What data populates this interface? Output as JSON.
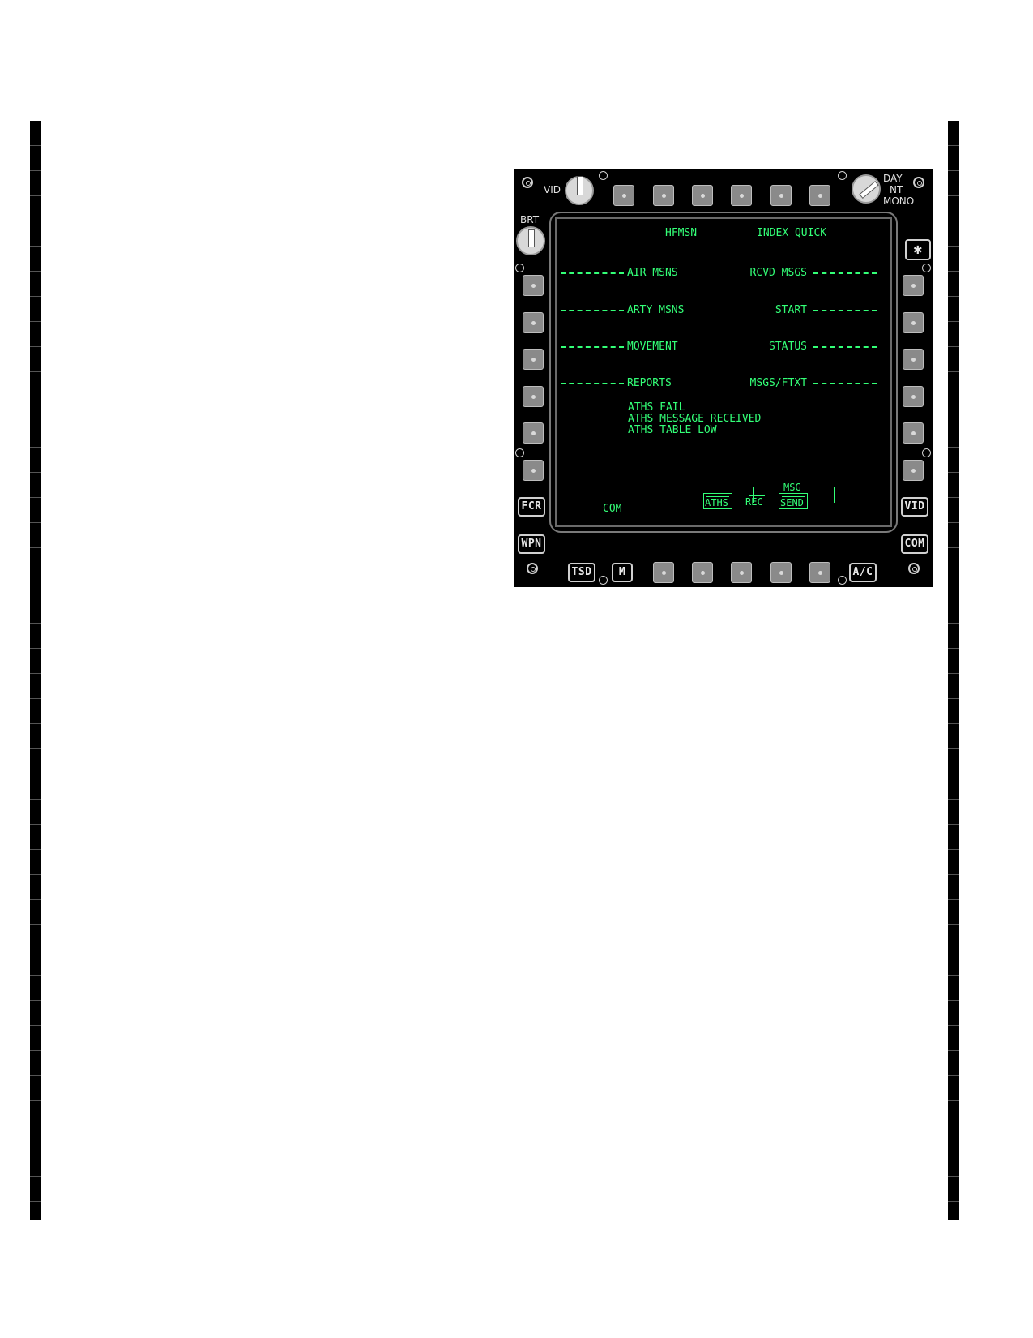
{
  "bezel": {
    "vid_knob_label": "VID",
    "brt_knob_label": "BRT",
    "mode_labels": [
      "DAY",
      "NT",
      "MONO"
    ],
    "asterisk_key": "✱",
    "left_fixed_keys": [
      "FCR",
      "WPN"
    ],
    "right_fixed_keys": [
      "VID",
      "COM"
    ],
    "bottom_fixed_keys": [
      "TSD",
      "M",
      "A/C"
    ]
  },
  "screen": {
    "top_labels": {
      "hfmsn": "HFMSN",
      "index_quick": "INDEX QUICK"
    },
    "left_options": [
      "AIR MSNS",
      "ARTY MSNS",
      "MOVEMENT",
      "REPORTS"
    ],
    "right_options": [
      "RCVD MSGS",
      "START",
      "STATUS",
      "MSGS/FTXT"
    ],
    "advisories": [
      "ATHS FAIL",
      "ATHS MESSAGE RECEIVED",
      "ATHS TABLE LOW"
    ],
    "bottom": {
      "com": "COM",
      "msg_group_label": "MSG",
      "aths": "ATHS",
      "rec": "REC",
      "send": "SEND"
    }
  },
  "colors": {
    "symbology": "#33ff77",
    "bezel": "#000000"
  }
}
